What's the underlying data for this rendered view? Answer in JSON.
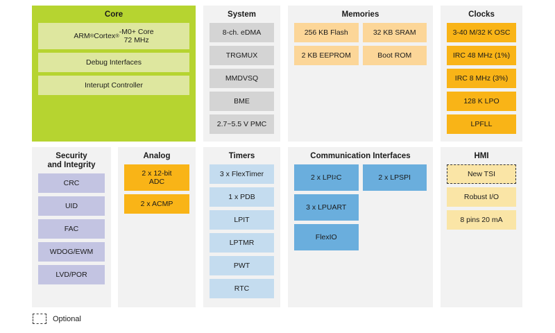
{
  "diagram": {
    "legend": {
      "swatch_style": "dashed-box",
      "label": "Optional"
    },
    "colors": {
      "core_panel": "#b6d430",
      "core_block": "#dee79f",
      "panel_bg": "#f2f2f2",
      "gray_block": "#d4d4d4",
      "orange_block": "#fcd698",
      "amber_block": "#f9b417",
      "lavender_block": "#c3c4e2",
      "light_blue_block": "#c4dcef",
      "medium_blue_block": "#6aaedd",
      "pale_yellow_block": "#fae5a6"
    },
    "panels": [
      {
        "id": "core",
        "title": "Core",
        "blocks": [
          {
            "label": "ARM® Cortex®-M0+ Core\n72 MHz",
            "color": "c-core",
            "width": "full",
            "tall": true,
            "optional": false
          },
          {
            "label": "Debug Interfaces",
            "color": "c-core",
            "width": "full",
            "tall": false,
            "optional": false
          },
          {
            "label": "Interupt Controller",
            "color": "c-core",
            "width": "full",
            "tall": false,
            "optional": false
          }
        ]
      },
      {
        "id": "system",
        "title": "System",
        "blocks": [
          {
            "label": "8-ch. eDMA",
            "color": "c-gray",
            "width": "full",
            "tall": false,
            "optional": false
          },
          {
            "label": "TRGMUX",
            "color": "c-gray",
            "width": "full",
            "tall": false,
            "optional": false
          },
          {
            "label": "MMDVSQ",
            "color": "c-gray",
            "width": "full",
            "tall": false,
            "optional": false
          },
          {
            "label": "BME",
            "color": "c-gray",
            "width": "full",
            "tall": false,
            "optional": false
          },
          {
            "label": "2.7~5.5 V PMC",
            "color": "c-gray",
            "width": "full",
            "tall": false,
            "optional": false
          }
        ]
      },
      {
        "id": "memories",
        "title": "Memories",
        "blocks": [
          {
            "label": "256 KB Flash",
            "color": "c-orange",
            "width": "half",
            "tall": false,
            "optional": false
          },
          {
            "label": "32 KB SRAM",
            "color": "c-orange",
            "width": "half",
            "tall": false,
            "optional": false
          },
          {
            "label": "2 KB EEPROM",
            "color": "c-orange",
            "width": "half",
            "tall": false,
            "optional": false
          },
          {
            "label": "Boot ROM",
            "color": "c-orange",
            "width": "half",
            "tall": false,
            "optional": false
          }
        ]
      },
      {
        "id": "clocks",
        "title": "Clocks",
        "blocks": [
          {
            "label": "3-40 M/32 K OSC",
            "color": "c-amber",
            "width": "full",
            "tall": false,
            "optional": false
          },
          {
            "label": "IRC 48 MHz (1%)",
            "color": "c-amber",
            "width": "full",
            "tall": false,
            "optional": false
          },
          {
            "label": "IRC 8 MHz (3%)",
            "color": "c-amber",
            "width": "full",
            "tall": false,
            "optional": false
          },
          {
            "label": "128 K LPO",
            "color": "c-amber",
            "width": "full",
            "tall": false,
            "optional": false
          },
          {
            "label": "LPFLL",
            "color": "c-amber",
            "width": "full",
            "tall": false,
            "optional": false
          }
        ]
      },
      {
        "id": "security",
        "title": "Security\nand Integrity",
        "blocks": [
          {
            "label": "CRC",
            "color": "c-lav",
            "width": "full",
            "tall": false,
            "optional": false
          },
          {
            "label": "UID",
            "color": "c-lav",
            "width": "full",
            "tall": false,
            "optional": false
          },
          {
            "label": "FAC",
            "color": "c-lav",
            "width": "full",
            "tall": false,
            "optional": false
          },
          {
            "label": "WDOG/EWM",
            "color": "c-lav",
            "width": "full",
            "tall": false,
            "optional": false
          },
          {
            "label": "LVD/POR",
            "color": "c-lav",
            "width": "full",
            "tall": false,
            "optional": false
          }
        ]
      },
      {
        "id": "analog",
        "title": "Analog",
        "blocks": [
          {
            "label": "2 x 12-bit\nADC",
            "color": "c-amber",
            "width": "full",
            "tall": true,
            "optional": false
          },
          {
            "label": "2 x ACMP",
            "color": "c-amber",
            "width": "full",
            "tall": false,
            "optional": false
          }
        ]
      },
      {
        "id": "timers",
        "title": "Timers",
        "blocks": [
          {
            "label": "3 x FlexTimer",
            "color": "c-lblue",
            "width": "full",
            "tall": false,
            "optional": false
          },
          {
            "label": "1 x PDB",
            "color": "c-lblue",
            "width": "full",
            "tall": false,
            "optional": false
          },
          {
            "label": "LPIT",
            "color": "c-lblue",
            "width": "full",
            "tall": false,
            "optional": false
          },
          {
            "label": "LPTMR",
            "color": "c-lblue",
            "width": "full",
            "tall": false,
            "optional": false
          },
          {
            "label": "PWT",
            "color": "c-lblue",
            "width": "full",
            "tall": false,
            "optional": false
          },
          {
            "label": "RTC",
            "color": "c-lblue",
            "width": "full",
            "tall": false,
            "optional": false
          }
        ]
      },
      {
        "id": "communication",
        "title": "Communication Interfaces",
        "blocks": [
          {
            "label": "2 x LPI²C",
            "color": "c-mblue",
            "width": "half",
            "tall": true,
            "optional": false
          },
          {
            "label": "2 x LPSPI",
            "color": "c-mblue",
            "width": "half",
            "tall": true,
            "optional": false
          },
          {
            "label": "3 x LPUART",
            "color": "c-mblue",
            "width": "half",
            "tall": true,
            "optional": false
          },
          {
            "label": "",
            "color": "spacer",
            "width": "half",
            "tall": true,
            "optional": false
          },
          {
            "label": "FlexIO",
            "color": "c-mblue",
            "width": "half",
            "tall": true,
            "optional": false
          }
        ]
      },
      {
        "id": "hmi",
        "title": "HMI",
        "blocks": [
          {
            "label": "New TSI",
            "color": "c-pyellow",
            "width": "full",
            "tall": false,
            "optional": true
          },
          {
            "label": "Robust I/O",
            "color": "c-pyellow",
            "width": "full",
            "tall": false,
            "optional": false
          },
          {
            "label": "8 pins 20 mA",
            "color": "c-pyellow",
            "width": "full",
            "tall": false,
            "optional": false
          }
        ]
      }
    ]
  }
}
